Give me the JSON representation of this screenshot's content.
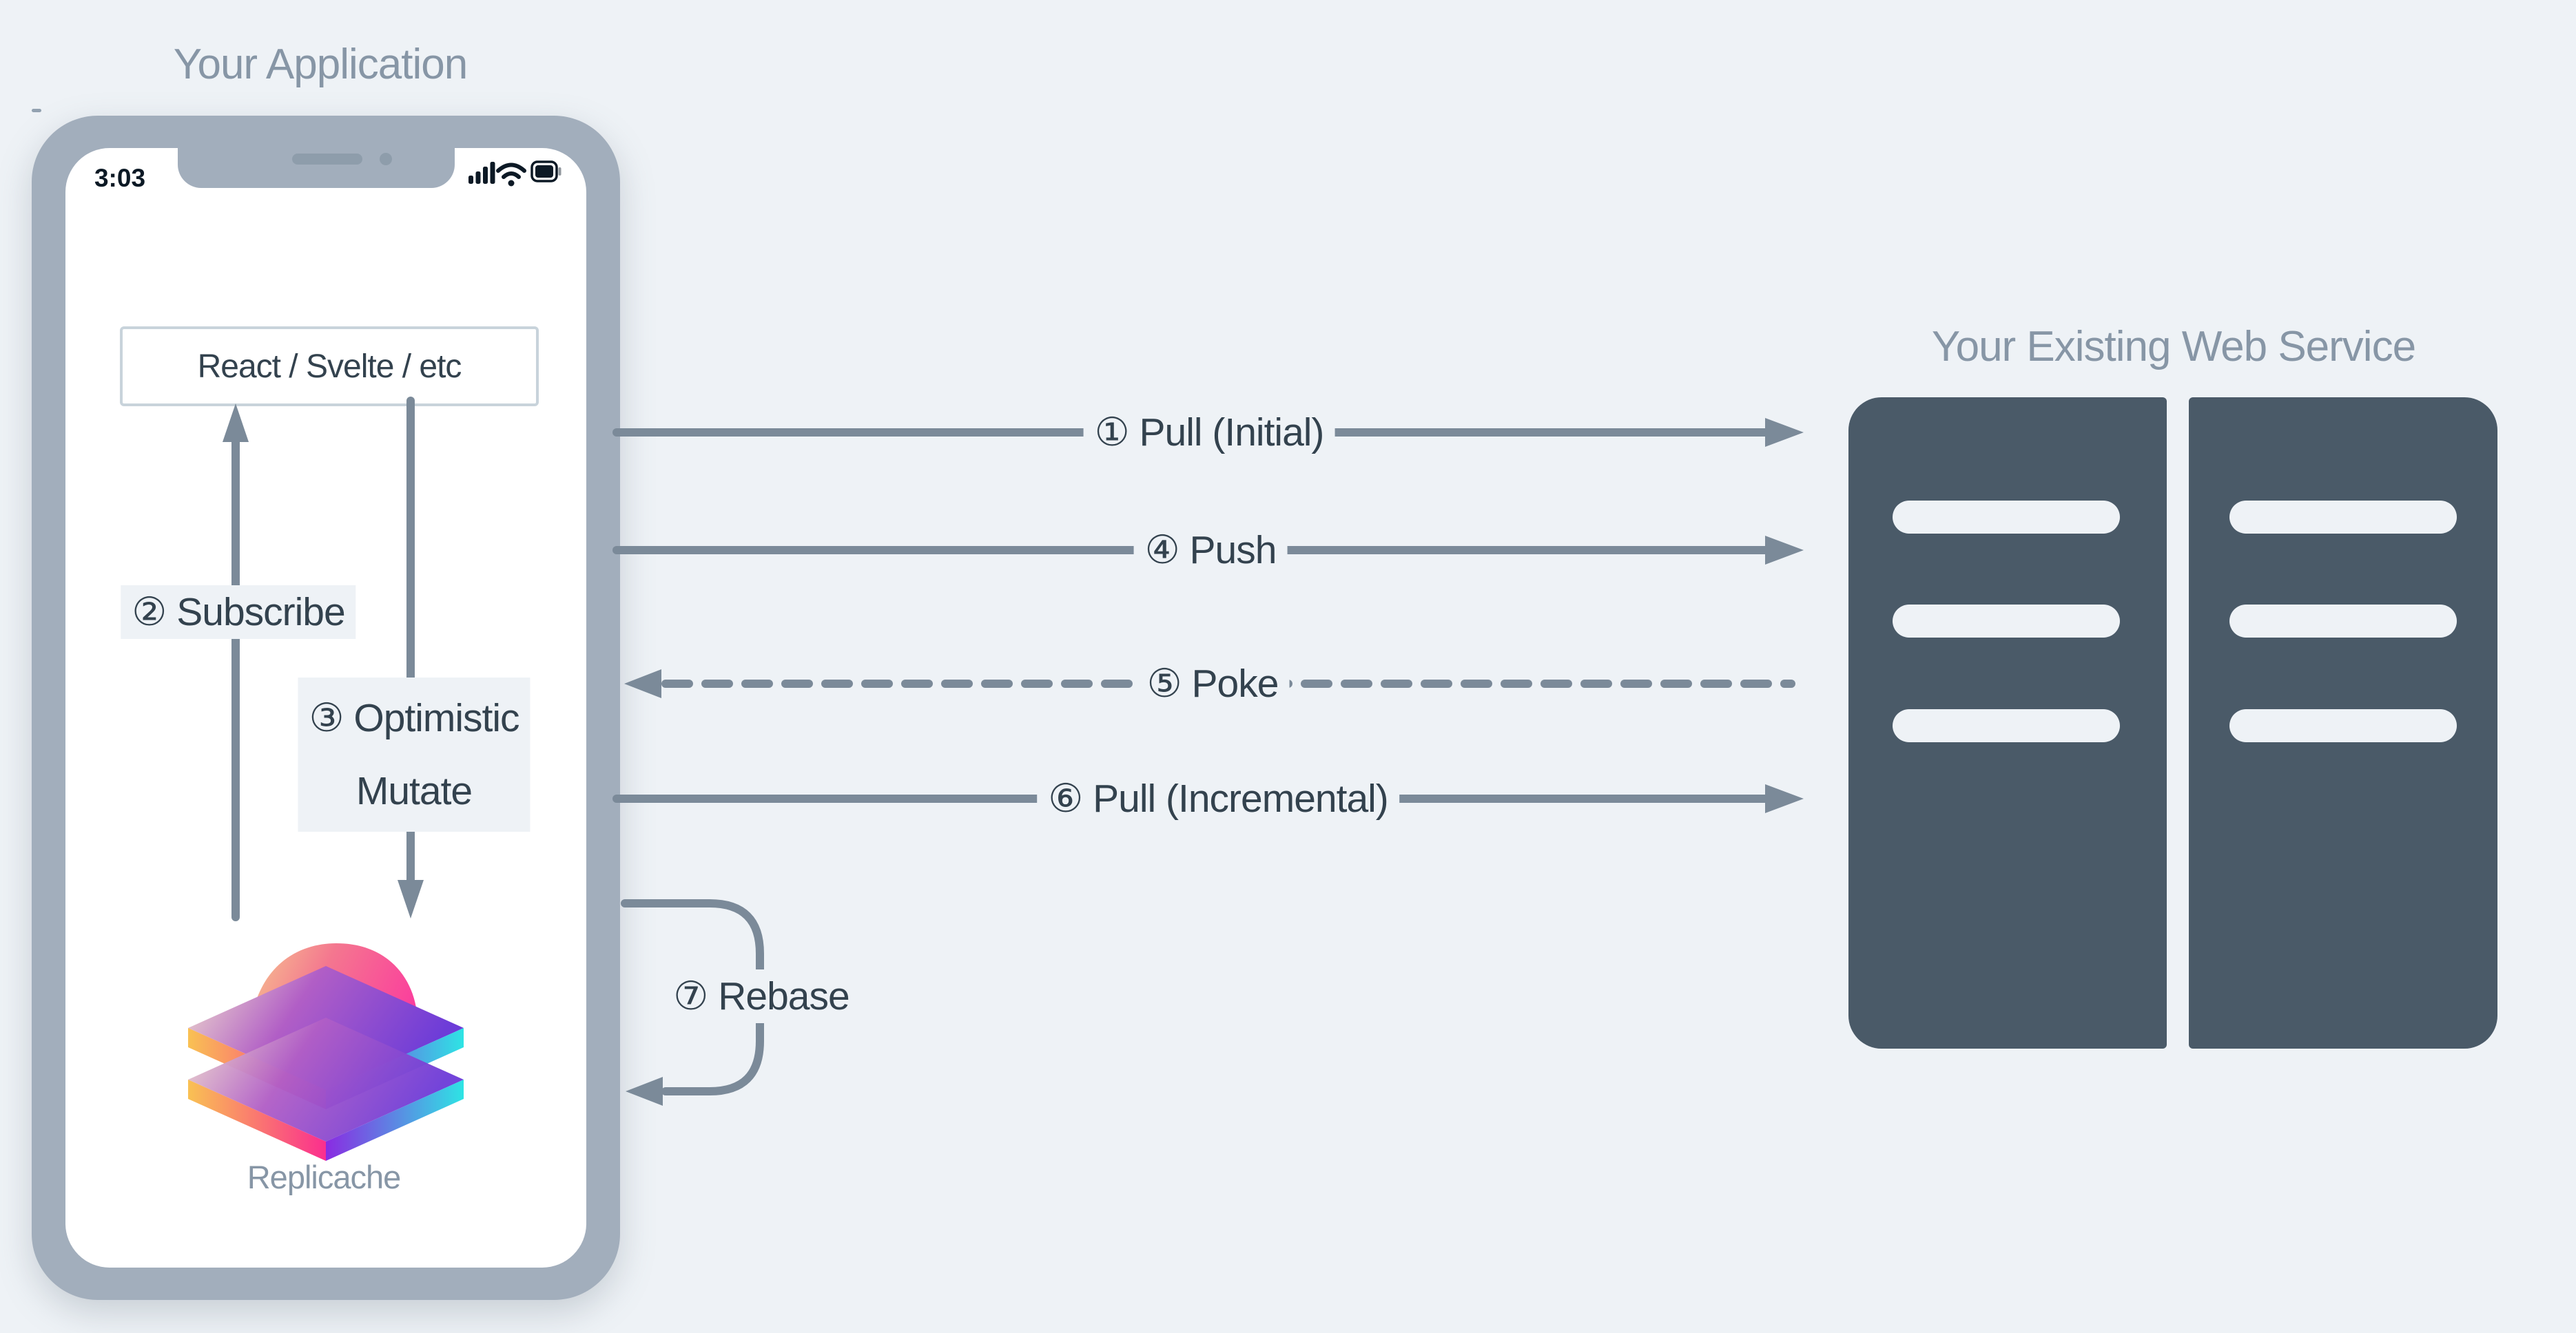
{
  "left_panel": {
    "title": "Your Application",
    "phone": {
      "time": "3:03",
      "framework_box": "React / Svelte / etc",
      "logo_caption": "Replicache"
    }
  },
  "right_panel": {
    "title": "Your Existing Web Service"
  },
  "flows": {
    "pull_initial": "① Pull (Initial)",
    "subscribe": "② Subscribe",
    "optimistic_line1": "③ Optimistic",
    "optimistic_line2": "Mutate",
    "push": "④ Push",
    "poke": "⑤ Poke",
    "pull_incremental": "⑥ Pull (Incremental)",
    "rebase": "⑦ Rebase"
  },
  "colors": {
    "background": "#eef2f6",
    "phone_frame": "#a2aebc",
    "server_fill": "#4a5a68",
    "arrow_line": "#7b8a99",
    "dark_text": "#33424e",
    "muted_title": "#8796a6"
  }
}
